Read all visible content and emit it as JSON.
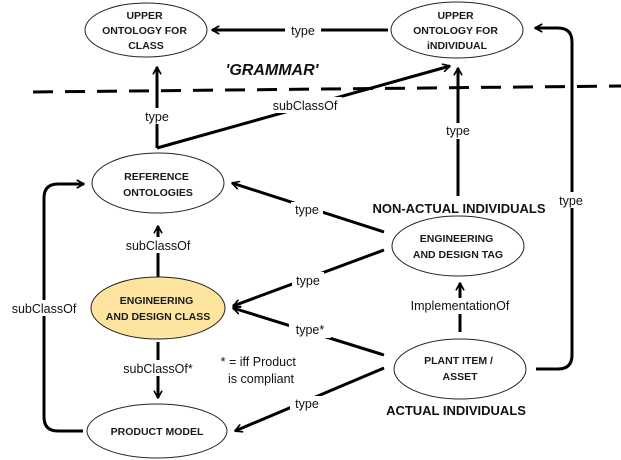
{
  "diagram": {
    "grammar_label": "'GRAMMAR'",
    "colors": {
      "node_fill": "#ffffff",
      "highlight_fill": "#fde5a0",
      "stroke": "#000000",
      "text": "#1a1a1a"
    },
    "nodes": [
      {
        "id": "upper_class",
        "lines": [
          "UPPER",
          "ONTOLOGY FOR",
          "CLASS"
        ],
        "highlight": false
      },
      {
        "id": "upper_individual",
        "lines": [
          "UPPER",
          "ONTOLOGY FOR",
          "iNDIVIDUAL"
        ],
        "highlight": false
      },
      {
        "id": "reference",
        "lines": [
          "REFERENCE",
          "ONTOLOGIES"
        ],
        "highlight": false
      },
      {
        "id": "eng_class",
        "lines": [
          "ENGINEERING",
          "AND DESIGN CLASS"
        ],
        "highlight": true
      },
      {
        "id": "product_model",
        "lines": [
          "PRODUCT MODEL"
        ],
        "highlight": false
      },
      {
        "id": "eng_tag",
        "lines": [
          "ENGINEERING",
          "AND DESIGN TAG"
        ],
        "highlight": false
      },
      {
        "id": "plant_item",
        "lines": [
          "PLANT ITEM /",
          "ASSET"
        ],
        "highlight": false
      }
    ],
    "edges": [
      {
        "from": "upper_individual",
        "to": "upper_class",
        "label": "type"
      },
      {
        "from": "reference",
        "to": "upper_class",
        "label": "type"
      },
      {
        "from": "reference",
        "to": "upper_individual",
        "label": "subClassOf"
      },
      {
        "from": "eng_tag",
        "to": "upper_individual",
        "label": "type"
      },
      {
        "from": "plant_item",
        "to": "upper_individual",
        "label": "type"
      },
      {
        "from": "eng_tag",
        "to": "reference",
        "label": "type"
      },
      {
        "from": "eng_class",
        "to": "reference",
        "label": "subClassOf"
      },
      {
        "from": "eng_tag",
        "to": "eng_class",
        "label": "type"
      },
      {
        "from": "plant_item",
        "to": "eng_class",
        "label": "type*"
      },
      {
        "from": "eng_class",
        "to": "product_model",
        "label": "subClassOf*"
      },
      {
        "from": "product_model",
        "to": "reference",
        "label": "subClassOf"
      },
      {
        "from": "plant_item",
        "to": "eng_tag",
        "label": "ImplementationOf"
      },
      {
        "from": "plant_item",
        "to": "product_model",
        "label": "type"
      }
    ],
    "section_labels": {
      "non_actual": "NON-ACTUAL INDIVIDUALS",
      "actual": "ACTUAL INDIVIDUALS"
    },
    "note": [
      "* = iff Product",
      "is compliant"
    ]
  }
}
